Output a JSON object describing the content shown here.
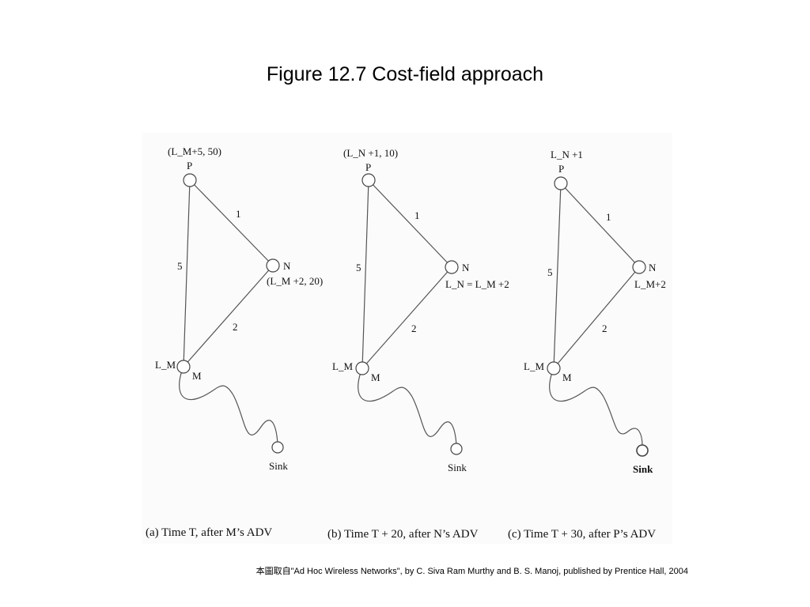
{
  "slide": {
    "title": "Figure 12.7 Cost-field approach",
    "credit": "本圖取自\"Ad Hoc Wireless Networks\", by C. Siva Ram Murthy and B. S. Manoj, published by Prentice Hall, 2004"
  },
  "panels": [
    {
      "caption": "(a)  Time T, after M’s ADV",
      "p_label": "P",
      "p_annotation": "(L_M+5, 50)",
      "n_label": "N",
      "n_annotation": "(L_M +2, 20)",
      "m_label": "M",
      "m_annotation": "L_M",
      "sink_label": "Sink",
      "edge_pn": "1",
      "edge_pm": "5",
      "edge_nm": "2"
    },
    {
      "caption": "(b)  Time T + 20, after N’s ADV",
      "p_label": "P",
      "p_annotation": "(L_N +1, 10)",
      "n_label": "N",
      "n_annotation": "L_N = L_M +2",
      "m_label": "M",
      "m_annotation": "L_M",
      "sink_label": "Sink",
      "edge_pn": "1",
      "edge_pm": "5",
      "edge_nm": "2"
    },
    {
      "caption": "(c)  Time T + 30, after P’s ADV",
      "p_label": "P",
      "p_annotation": "L_N +1",
      "n_label": "N",
      "n_annotation": "L_M+2",
      "m_label": "M",
      "m_annotation": "L_M",
      "sink_label": "Sink",
      "edge_pn": "1",
      "edge_pm": "5",
      "edge_nm": "2"
    }
  ]
}
